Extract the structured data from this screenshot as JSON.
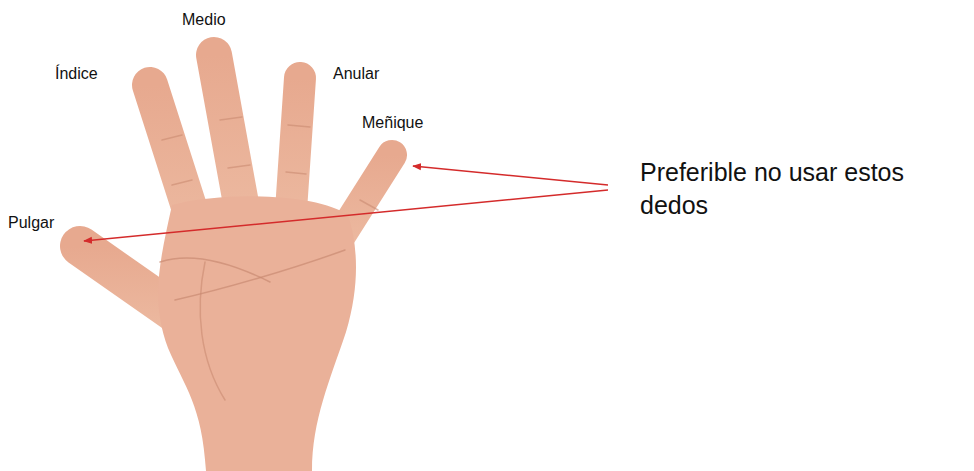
{
  "diagram": {
    "labels": [
      "Medio",
      "Índice",
      "Anular",
      "Meñique",
      "Pulgar",
      "Preferible no usar estos dedos"
    ]
  }
}
